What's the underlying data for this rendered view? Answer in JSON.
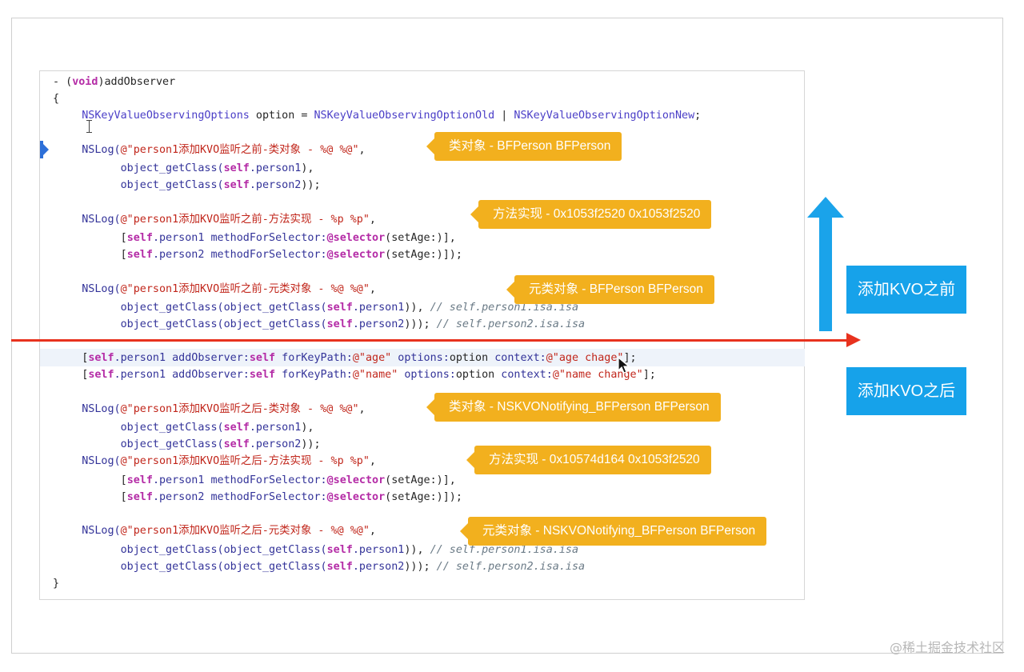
{
  "code": {
    "method_signature": [
      {
        "t": "- (",
        "c": "tx"
      },
      {
        "t": "void",
        "c": "kw"
      },
      {
        "t": ")addObserver",
        "c": "tx"
      }
    ],
    "open_brace": [
      {
        "t": "{",
        "c": "tx"
      }
    ],
    "close_brace": [
      {
        "t": "}",
        "c": "tx"
      }
    ],
    "options_line": [
      {
        "t": "    NSKeyValueObservingOptions",
        "c": "ty"
      },
      {
        "t": " option = ",
        "c": "tx"
      },
      {
        "t": "NSKeyValueObservingOptionOld",
        "c": "ty"
      },
      {
        "t": " | ",
        "c": "tx"
      },
      {
        "t": "NSKeyValueObservingOptionNew",
        "c": "ty"
      },
      {
        "t": ";",
        "c": "tx"
      }
    ],
    "log_before_class": [
      {
        "t": "    NSLog(",
        "c": "fn"
      },
      {
        "t": "@\"person1添加KVO监听之前-类对象 - %@ %@\"",
        "c": "st"
      },
      {
        "t": ",",
        "c": "tx"
      }
    ],
    "before_class_arg1": [
      {
        "t": "          object_getClass(",
        "c": "fn"
      },
      {
        "t": "self",
        "c": "kw"
      },
      {
        "t": ".person1",
        "c": "fn"
      },
      {
        "t": "),",
        "c": "tx"
      }
    ],
    "before_class_arg2": [
      {
        "t": "          object_getClass(",
        "c": "fn"
      },
      {
        "t": "self",
        "c": "kw"
      },
      {
        "t": ".person2",
        "c": "fn"
      },
      {
        "t": "));",
        "c": "tx"
      }
    ],
    "log_before_imp": [
      {
        "t": "    NSLog(",
        "c": "fn"
      },
      {
        "t": "@\"person1添加KVO监听之前-方法实现 - %p %p\"",
        "c": "st"
      },
      {
        "t": ",",
        "c": "tx"
      }
    ],
    "before_imp_arg1": [
      {
        "t": "          [",
        "c": "tx"
      },
      {
        "t": "self",
        "c": "kw"
      },
      {
        "t": ".person1 methodForSelector:",
        "c": "fn"
      },
      {
        "t": "@selector",
        "c": "kw"
      },
      {
        "t": "(setAge:)],",
        "c": "tx"
      }
    ],
    "before_imp_arg2": [
      {
        "t": "          [",
        "c": "tx"
      },
      {
        "t": "self",
        "c": "kw"
      },
      {
        "t": ".person2 methodForSelector:",
        "c": "fn"
      },
      {
        "t": "@selector",
        "c": "kw"
      },
      {
        "t": "(setAge:)]);",
        "c": "tx"
      }
    ],
    "log_before_meta": [
      {
        "t": "    NSLog(",
        "c": "fn"
      },
      {
        "t": "@\"person1添加KVO监听之前-元类对象 - %@ %@\"",
        "c": "st"
      },
      {
        "t": ",",
        "c": "tx"
      }
    ],
    "before_meta_arg1": [
      {
        "t": "          object_getClass(object_getClass(",
        "c": "fn"
      },
      {
        "t": "self",
        "c": "kw"
      },
      {
        "t": ".person1",
        "c": "fn"
      },
      {
        "t": ")), ",
        "c": "tx"
      },
      {
        "t": "// self.person1.isa.isa",
        "c": "cm"
      }
    ],
    "before_meta_arg2": [
      {
        "t": "          object_getClass(object_getClass(",
        "c": "fn"
      },
      {
        "t": "self",
        "c": "kw"
      },
      {
        "t": ".person2",
        "c": "fn"
      },
      {
        "t": "))); ",
        "c": "tx"
      },
      {
        "t": "// self.person2.isa.isa",
        "c": "cm"
      }
    ],
    "add_observer_age": [
      {
        "t": "    [",
        "c": "tx"
      },
      {
        "t": "self",
        "c": "kw"
      },
      {
        "t": ".person1 addObserver:",
        "c": "fn"
      },
      {
        "t": "self",
        "c": "kw"
      },
      {
        "t": " forKeyPath:",
        "c": "fn"
      },
      {
        "t": "@\"age\"",
        "c": "st"
      },
      {
        "t": " options:",
        "c": "fn"
      },
      {
        "t": "option",
        "c": "tx"
      },
      {
        "t": " context:",
        "c": "fn"
      },
      {
        "t": "@\"age chage\"",
        "c": "st"
      },
      {
        "t": "];",
        "c": "tx"
      }
    ],
    "add_observer_name": [
      {
        "t": "    [",
        "c": "tx"
      },
      {
        "t": "self",
        "c": "kw"
      },
      {
        "t": ".person1 addObserver:",
        "c": "fn"
      },
      {
        "t": "self",
        "c": "kw"
      },
      {
        "t": " forKeyPath:",
        "c": "fn"
      },
      {
        "t": "@\"name\"",
        "c": "st"
      },
      {
        "t": " options:",
        "c": "fn"
      },
      {
        "t": "option",
        "c": "tx"
      },
      {
        "t": " context:",
        "c": "fn"
      },
      {
        "t": "@\"name change\"",
        "c": "st"
      },
      {
        "t": "];",
        "c": "tx"
      }
    ],
    "log_after_class": [
      {
        "t": "    NSLog(",
        "c": "fn"
      },
      {
        "t": "@\"person1添加KVO监听之后-类对象 - %@ %@\"",
        "c": "st"
      },
      {
        "t": ",",
        "c": "tx"
      }
    ],
    "after_class_arg1": [
      {
        "t": "          object_getClass(",
        "c": "fn"
      },
      {
        "t": "self",
        "c": "kw"
      },
      {
        "t": ".person1",
        "c": "fn"
      },
      {
        "t": "),",
        "c": "tx"
      }
    ],
    "after_class_arg2": [
      {
        "t": "          object_getClass(",
        "c": "fn"
      },
      {
        "t": "self",
        "c": "kw"
      },
      {
        "t": ".person2",
        "c": "fn"
      },
      {
        "t": "));",
        "c": "tx"
      }
    ],
    "log_after_imp": [
      {
        "t": "    NSLog(",
        "c": "fn"
      },
      {
        "t": "@\"person1添加KVO监听之后-方法实现 - %p %p\"",
        "c": "st"
      },
      {
        "t": ",",
        "c": "tx"
      }
    ],
    "after_imp_arg1": [
      {
        "t": "          [",
        "c": "tx"
      },
      {
        "t": "self",
        "c": "kw"
      },
      {
        "t": ".person1 methodForSelector:",
        "c": "fn"
      },
      {
        "t": "@selector",
        "c": "kw"
      },
      {
        "t": "(setAge:)],",
        "c": "tx"
      }
    ],
    "after_imp_arg2": [
      {
        "t": "          [",
        "c": "tx"
      },
      {
        "t": "self",
        "c": "kw"
      },
      {
        "t": ".person2 methodForSelector:",
        "c": "fn"
      },
      {
        "t": "@selector",
        "c": "kw"
      },
      {
        "t": "(setAge:)]);",
        "c": "tx"
      }
    ],
    "log_after_meta": [
      {
        "t": "    NSLog(",
        "c": "fn"
      },
      {
        "t": "@\"person1添加KVO监听之后-元类对象 - %@ %@\"",
        "c": "st"
      },
      {
        "t": ",",
        "c": "tx"
      }
    ],
    "after_meta_arg1": [
      {
        "t": "          object_getClass(object_getClass(",
        "c": "fn"
      },
      {
        "t": "self",
        "c": "kw"
      },
      {
        "t": ".person1",
        "c": "fn"
      },
      {
        "t": ")), ",
        "c": "tx"
      },
      {
        "t": "// self.person1.isa.isa",
        "c": "cm"
      }
    ],
    "after_meta_arg2": [
      {
        "t": "          object_getClass(object_getClass(",
        "c": "fn"
      },
      {
        "t": "self",
        "c": "kw"
      },
      {
        "t": ".person2",
        "c": "fn"
      },
      {
        "t": "))); ",
        "c": "tx"
      },
      {
        "t": "// self.person2.isa.isa",
        "c": "cm"
      }
    ]
  },
  "callouts": {
    "before_class": "类对象 - BFPerson BFPerson",
    "before_imp": "方法实现 - 0x1053f2520 0x1053f2520",
    "before_meta": "元类对象 - BFPerson BFPerson",
    "after_class": "类对象 - NSKVONotifying_BFPerson BFPerson",
    "after_imp": "方法实现 - 0x10574d164 0x1053f2520",
    "after_meta": "元类对象 - NSKVONotifying_BFPerson BFPerson"
  },
  "labels": {
    "before_kvo": "添加KVO之前",
    "after_kvo": "添加KVO之后"
  },
  "watermark": "@稀土掘金技术社区",
  "colors": {
    "callout": "#f2b01e",
    "phase_label": "#16a2ea",
    "divider": "#e8321e",
    "breakpoint": "#2d6fd8"
  }
}
